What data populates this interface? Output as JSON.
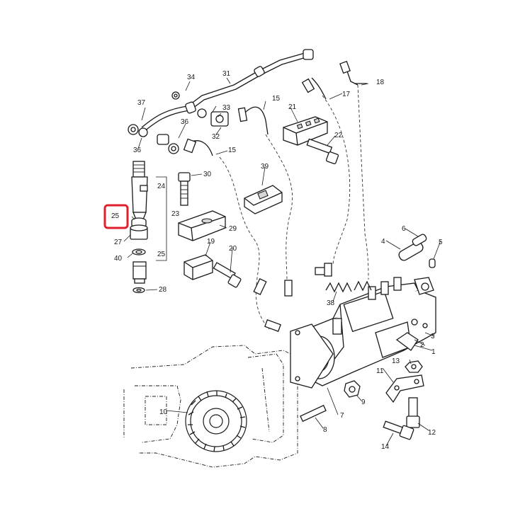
{
  "highlight": {
    "label": "25",
    "color": "#e0202a"
  },
  "callouts": {
    "c1": "1",
    "c2": "2",
    "c3": "3",
    "c4": "4",
    "c5": "5",
    "c6": "6",
    "c7": "7",
    "c8": "8",
    "c9": "9",
    "c10": "10",
    "c11": "11",
    "c12": "12",
    "c13": "13",
    "c14": "14",
    "c15a": "15",
    "c15b": "15",
    "c17": "17",
    "c18": "18",
    "c19": "19",
    "c20": "20",
    "c21": "21",
    "c22": "22",
    "c23": "23",
    "c24": "24",
    "c25": "25",
    "c27": "27",
    "c28": "28",
    "c29": "29",
    "c30": "30",
    "c31": "31",
    "c32": "32",
    "c33": "33",
    "c34": "34",
    "c36a": "36",
    "c36b": "36",
    "c37": "37",
    "c38": "38",
    "c39": "39",
    "c40": "40",
    "c25e": "25"
  }
}
